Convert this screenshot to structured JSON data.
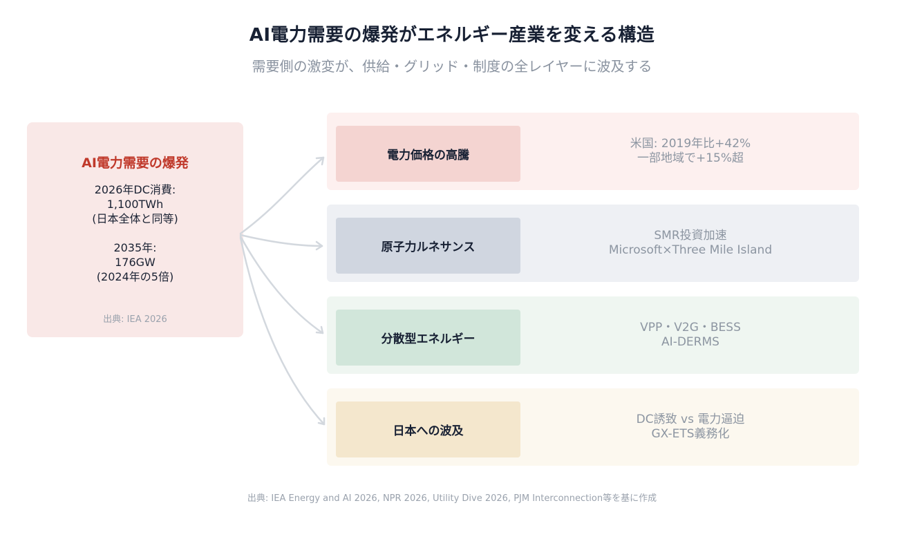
{
  "title": "AI電力需要の爆発がエネルギー産業を変える構造",
  "subtitle": "需要側の激変が、供給・グリッド・制度の全レイヤーに波及する",
  "source_box": {
    "title": "AI電力需要の爆発",
    "stat1": "2026年DC消費:\n1,100TWh\n(日本全体と同等)",
    "stat2": "2035年:\n176GW\n(2024年の5倍)",
    "note": "出典: IEA 2026"
  },
  "impacts": [
    {
      "label": "電力価格の高騰",
      "detail_line1": "米国: 2019年比+42%",
      "detail_line2": "一部地域で+15%超"
    },
    {
      "label": "原子力ルネサンス",
      "detail_line1": "SMR投資加速",
      "detail_line2": "Microsoft×Three Mile Island"
    },
    {
      "label": "分散型エネルギー",
      "detail_line1": "VPP・V2G・BESS",
      "detail_line2": "AI-DERMS"
    },
    {
      "label": "日本への波及",
      "detail_line1": "DC誘致 vs 電力逼迫",
      "detail_line2": "GX-ETS義務化"
    }
  ],
  "footer": "出典: IEA Energy and AI 2026, NPR 2026, Utility Dive 2026, PJM Interconnection等を基に作成",
  "colors": {
    "accent_red": "#c0392b",
    "arrow": "#d3d8de",
    "row_price_bg": "#fdf0ef",
    "row_nuclear_bg": "#eef0f4",
    "row_distributed_bg": "#eff6f1",
    "row_japan_bg": "#fcf8ef"
  }
}
